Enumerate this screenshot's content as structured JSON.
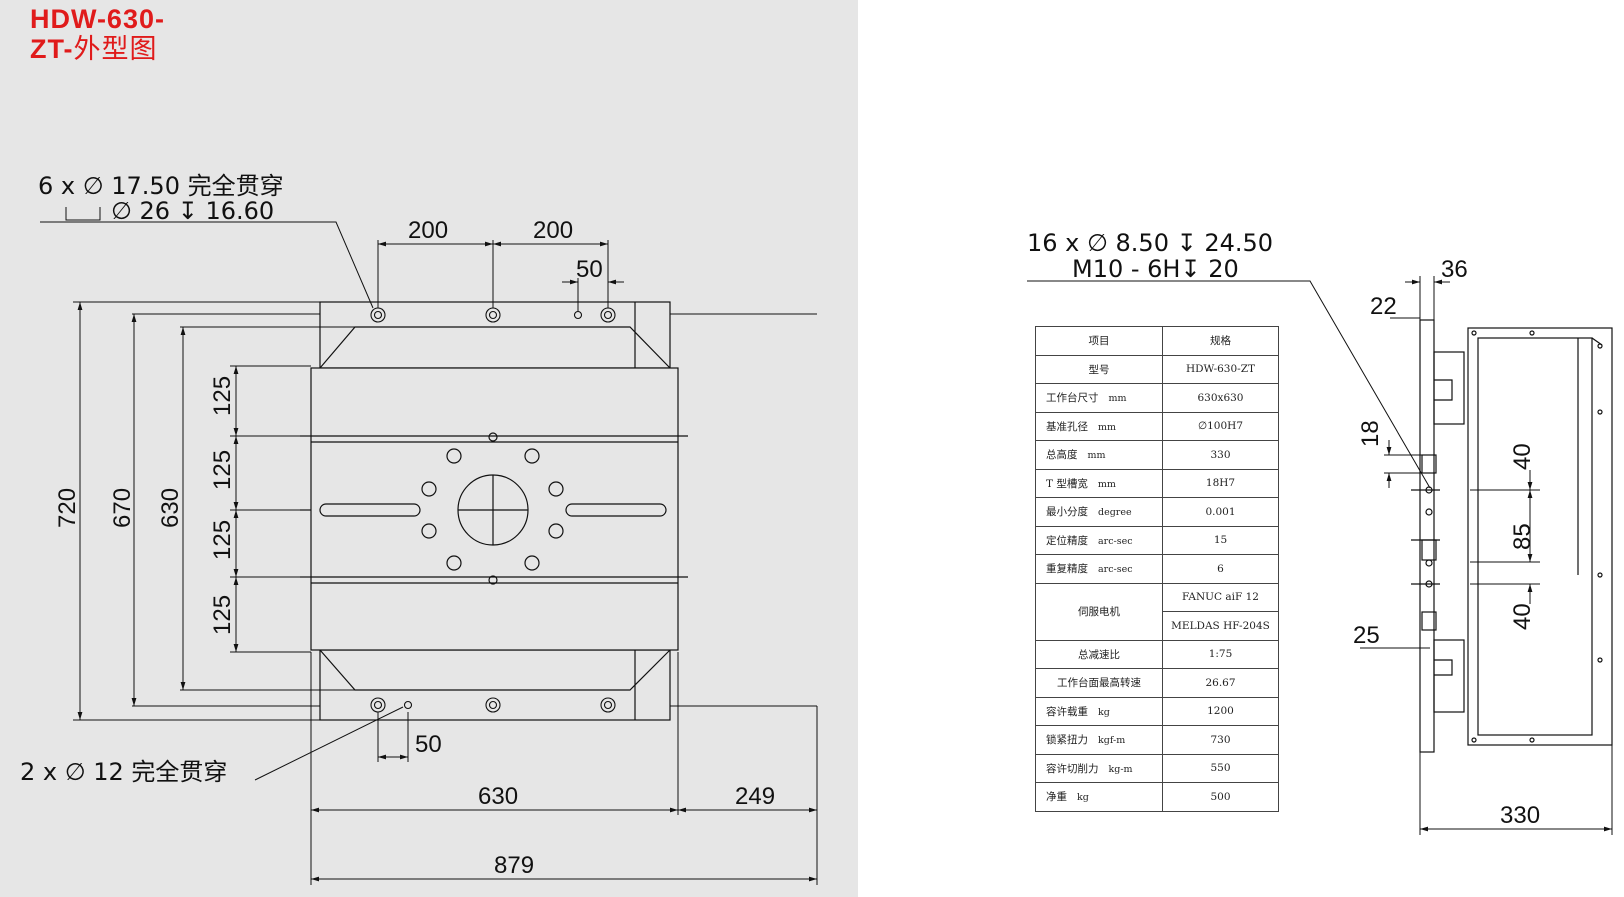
{
  "title": {
    "line1": "HDW-630-",
    "line2_code": "ZT-",
    "line2_cn": "外型图"
  },
  "colors": {
    "title": "#e01b1b",
    "left_bg": "#e6e6e6",
    "line": "#111111"
  },
  "front_view": {
    "hole_note_1": "6 x ∅ 17.50 完全贯穿",
    "hole_note_2": "∅ 26 ↧ 16.60",
    "hole_note_3": "2 x ∅ 12 完全贯穿",
    "dims": {
      "top_left": "200",
      "top_right": "200",
      "top_small": "50",
      "h_720": "720",
      "h_670": "670",
      "h_630": "630",
      "slot_1": "125",
      "slot_2": "125",
      "slot_3": "125",
      "slot_4": "125",
      "bottom_small": "50",
      "w_630": "630",
      "w_249": "249",
      "w_879": "879"
    }
  },
  "side_view": {
    "hole_note_1": "16 x ∅ 8.50 ↧ 24.50",
    "hole_note_2": "M10 - 6H↧ 20",
    "dims": {
      "d36": "36",
      "d22": "22",
      "d18": "18",
      "d25": "25",
      "d40a": "40",
      "d85": "85",
      "d40b": "40",
      "d330": "330"
    }
  },
  "spec_table": {
    "header": {
      "item": "项目",
      "spec": "规格"
    },
    "rows": [
      {
        "name": "型号",
        "unit": "",
        "value": "HDW-630-ZT"
      },
      {
        "name": "工作台尺寸",
        "unit": "mm",
        "value": "630x630"
      },
      {
        "name": "基准孔径",
        "unit": "mm",
        "value": "∅100H7"
      },
      {
        "name": "总高度",
        "unit": "mm",
        "value": "330"
      },
      {
        "name": "T 型槽宽",
        "unit": "mm",
        "value": "18H7"
      },
      {
        "name": "最小分度",
        "unit": "degree",
        "value": "0.001"
      },
      {
        "name": "定位精度",
        "unit": "arc-sec",
        "value": "15"
      },
      {
        "name": "重复精度",
        "unit": "arc-sec",
        "value": "6"
      },
      {
        "name": "伺服电机",
        "unit": "",
        "value": "FANUC   aiF 12",
        "value2": "MELDAS HF-204S"
      },
      {
        "name": "总减速比",
        "unit": "",
        "value": "1:75"
      },
      {
        "name": "工作台面最高转速",
        "unit": "",
        "value": "26.67"
      },
      {
        "name": "容许载重",
        "unit": "kg",
        "value": "1200"
      },
      {
        "name": "锁紧扭力",
        "unit": "kgf-m",
        "value": "730"
      },
      {
        "name": "容许切削力",
        "unit": "kg-m",
        "value": "550"
      },
      {
        "name": "净重",
        "unit": "kg",
        "value": "500"
      }
    ]
  }
}
